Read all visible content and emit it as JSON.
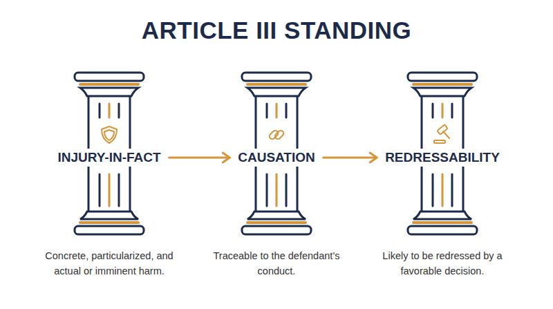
{
  "diagram": {
    "title": "ARTICLE III STANDING",
    "nodes": [
      {
        "text": [
          "INJURY-IN-FACT",
          "Concrete, particularized, and actual or imminent harm."
        ]
      },
      {
        "text": [
          "CAUSATION",
          "Traceable to the defendant’s conduct."
        ]
      },
      {
        "text": [
          "REDRESSABILITY",
          "Likely to be redressed by a favorable decision."
        ]
      }
    ],
    "edges": [
      {
        "from": 0,
        "to": 1,
        "arrow": "to"
      },
      {
        "from": 1,
        "to": 2,
        "arrow": "to"
      }
    ]
  }
}
